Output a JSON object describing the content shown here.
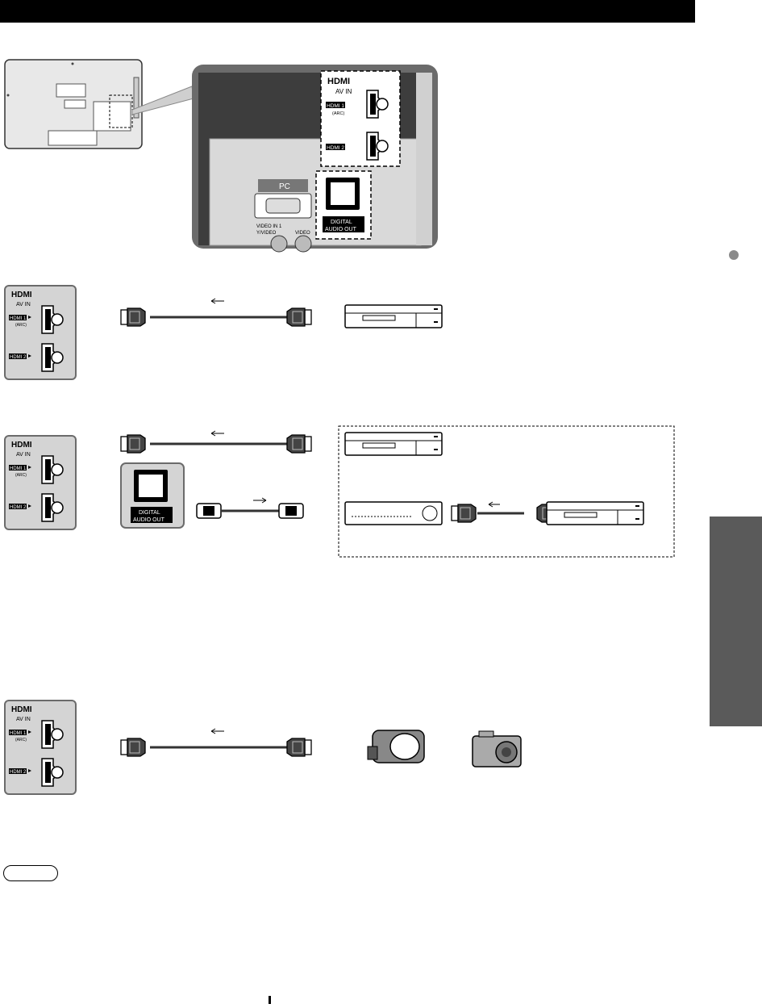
{
  "hdmi_panel": {
    "logo": "HDMI",
    "av_in": "AV IN",
    "hdmi1": "HDMI 1",
    "hdmi1_sub": "(ARC)",
    "hdmi2": "HDMI 2"
  },
  "pc_label": "PC",
  "video_in_label": "VIDEO IN 1",
  "y_video_label": "Y/VIDEO",
  "video_label": "VIDEO",
  "digital_audio_out": {
    "line1": "DIGITAL",
    "line2": "AUDIO OUT"
  },
  "colors": {
    "panel_gray": "#d4d4d4",
    "dark_frame": "#6b6b6b",
    "tab_gray": "#5a5a5a",
    "header": "#000000"
  },
  "icons": [
    "hdmi-port-icon",
    "hdmi-cable-icon",
    "optical-cable-icon",
    "dvd-recorder-icon",
    "av-receiver-icon",
    "camcorder-icon",
    "digital-camera-icon",
    "arrow-left-icon",
    "arrow-right-icon"
  ]
}
